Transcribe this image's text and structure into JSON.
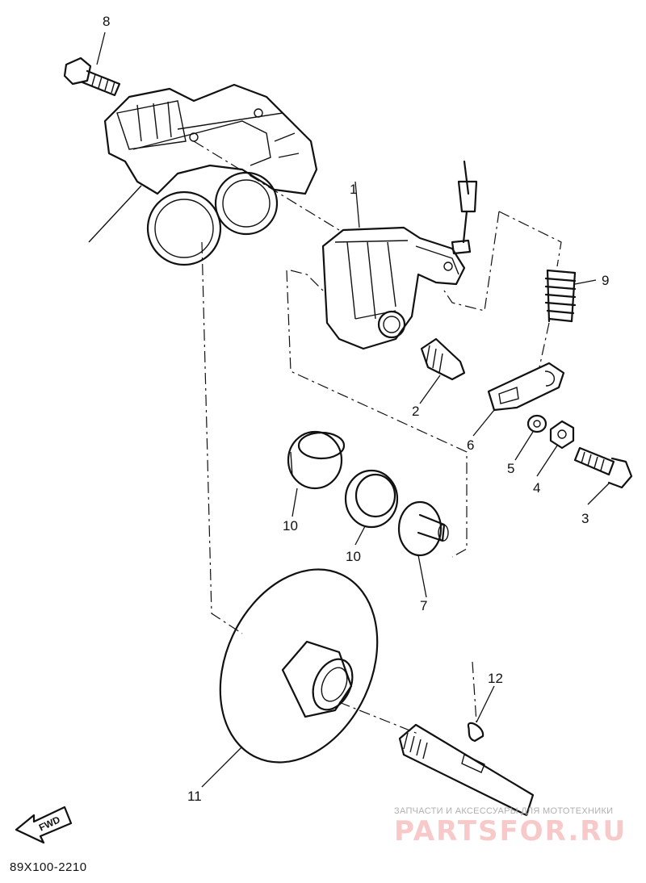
{
  "diagram": {
    "code": "89X100-2210",
    "fwd_label": "FWD",
    "callouts": [
      {
        "id": "c8",
        "label": "8"
      },
      {
        "id": "c1",
        "label": "1"
      },
      {
        "id": "c9",
        "label": "9"
      },
      {
        "id": "c2",
        "label": "2"
      },
      {
        "id": "c6",
        "label": "6"
      },
      {
        "id": "c5",
        "label": "5"
      },
      {
        "id": "c4",
        "label": "4"
      },
      {
        "id": "c3",
        "label": "3"
      },
      {
        "id": "c10a",
        "label": "10"
      },
      {
        "id": "c10b",
        "label": "10"
      },
      {
        "id": "c7",
        "label": "7"
      },
      {
        "id": "c12",
        "label": "12"
      },
      {
        "id": "c11",
        "label": "11"
      }
    ]
  },
  "watermark": {
    "caption": "ЗАПЧАСТИ И АКСЕССУАРЫ ДЛЯ МОТОТЕХНИКИ",
    "logo": "PARTSFOR.RU"
  }
}
